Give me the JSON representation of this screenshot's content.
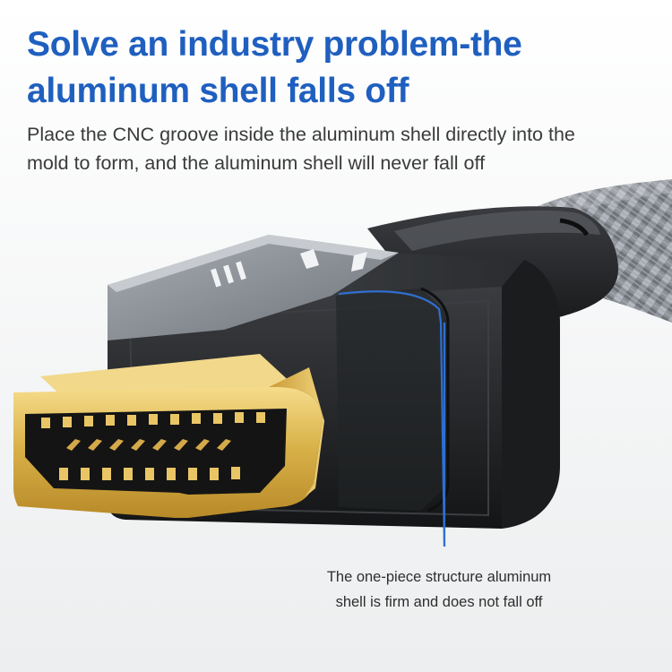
{
  "headline": {
    "line1": "Solve an industry problem-the",
    "line2": "aluminum shell falls off"
  },
  "subtitle": {
    "line1": "Place the CNC groove inside the aluminum shell directly into the",
    "line2": "mold to form, and the aluminum shell will never fall off"
  },
  "callout": {
    "line1": "The one-piece structure aluminum",
    "line2": "shell is firm and does not fall off"
  },
  "colors": {
    "headline": "#1f5fbf",
    "callout_line": "#2f6fd0",
    "gold": "#d9b24a",
    "shell_black": "#202224",
    "aluminum_gray": "#8c9198"
  }
}
